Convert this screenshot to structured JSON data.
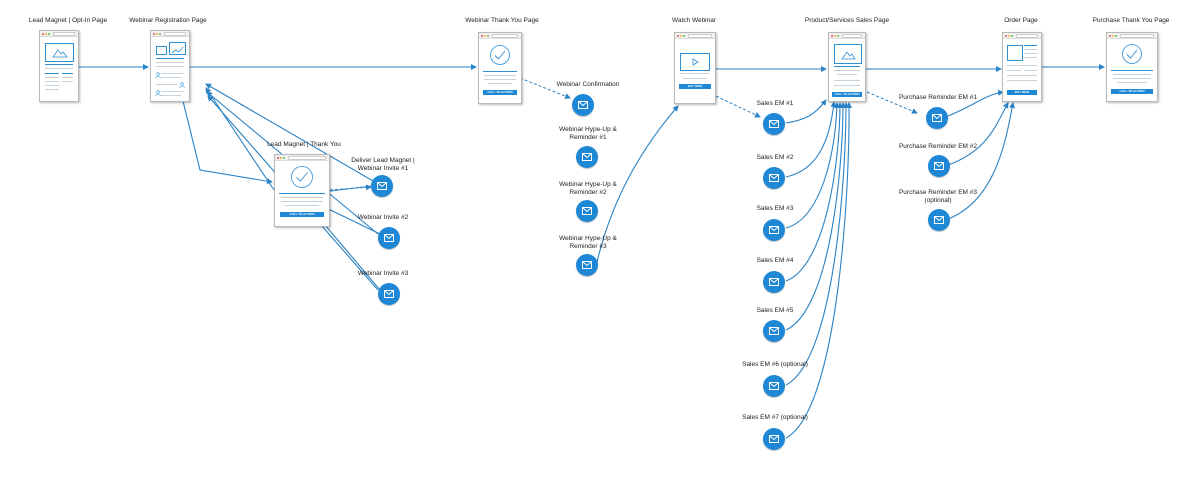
{
  "pages": {
    "lead_magnet_optin": {
      "label": "Lead Magnet | Opt-In Page"
    },
    "webinar_registration": {
      "label": "Webinar Registration Page"
    },
    "lead_magnet_thankyou": {
      "label": "Lead Magnet | Thank You",
      "cta": "CALL TO ACTION"
    },
    "webinar_thankyou": {
      "label": "Webinar Thank You Page",
      "cta": "CALL TO ACTION"
    },
    "watch_webinar": {
      "label": "Watch Webinar",
      "cta": "BUY NOW"
    },
    "sales_page": {
      "label": "Product/Services Sales Page",
      "cta": "CALL TO ACTION"
    },
    "order_page": {
      "label": "Order Page",
      "cta": "BUY NOW"
    },
    "purchase_thankyou": {
      "label": "Purchase Thank You Page",
      "cta": "CALL TO ACTION"
    }
  },
  "emails": {
    "deliver_lead_magnet": "Deliver Lead Magnet | Webinar Invite #1",
    "webinar_invite_2": "Webinar Invite #2",
    "webinar_invite_3": "Webinar Invite #3",
    "webinar_confirmation": "Webinar Confirmation",
    "hype_1": "Webinar Hype-Up & Reminder #1",
    "hype_2": "Webinar Hype-Up & Reminder #2",
    "hype_3": "Webinar Hype-Up & Reminder #3",
    "sales_1": "Sales EM #1",
    "sales_2": "Sales EM #2",
    "sales_3": "Sales EM #3",
    "sales_4": "Sales EM #4",
    "sales_5": "Sales EM #5",
    "sales_6": "Sales EM #6 (optional)",
    "sales_7": "Sales EM #7 (optional)",
    "purchase_reminder_1": "Purchase Reminder EM #1",
    "purchase_reminder_2": "Purchase Reminder EM #2",
    "purchase_reminder_3": "Purchase Reminder EM #3 (optional)"
  },
  "icons": {
    "page": "web-page-icon",
    "email": "email-envelope-icon",
    "check": "checkmark-icon",
    "play": "play-icon",
    "image": "image-placeholder-icon"
  },
  "colors": {
    "connector": "#2b82c4",
    "accent": "#1e88d6",
    "page_border": "#b9b9b9"
  }
}
